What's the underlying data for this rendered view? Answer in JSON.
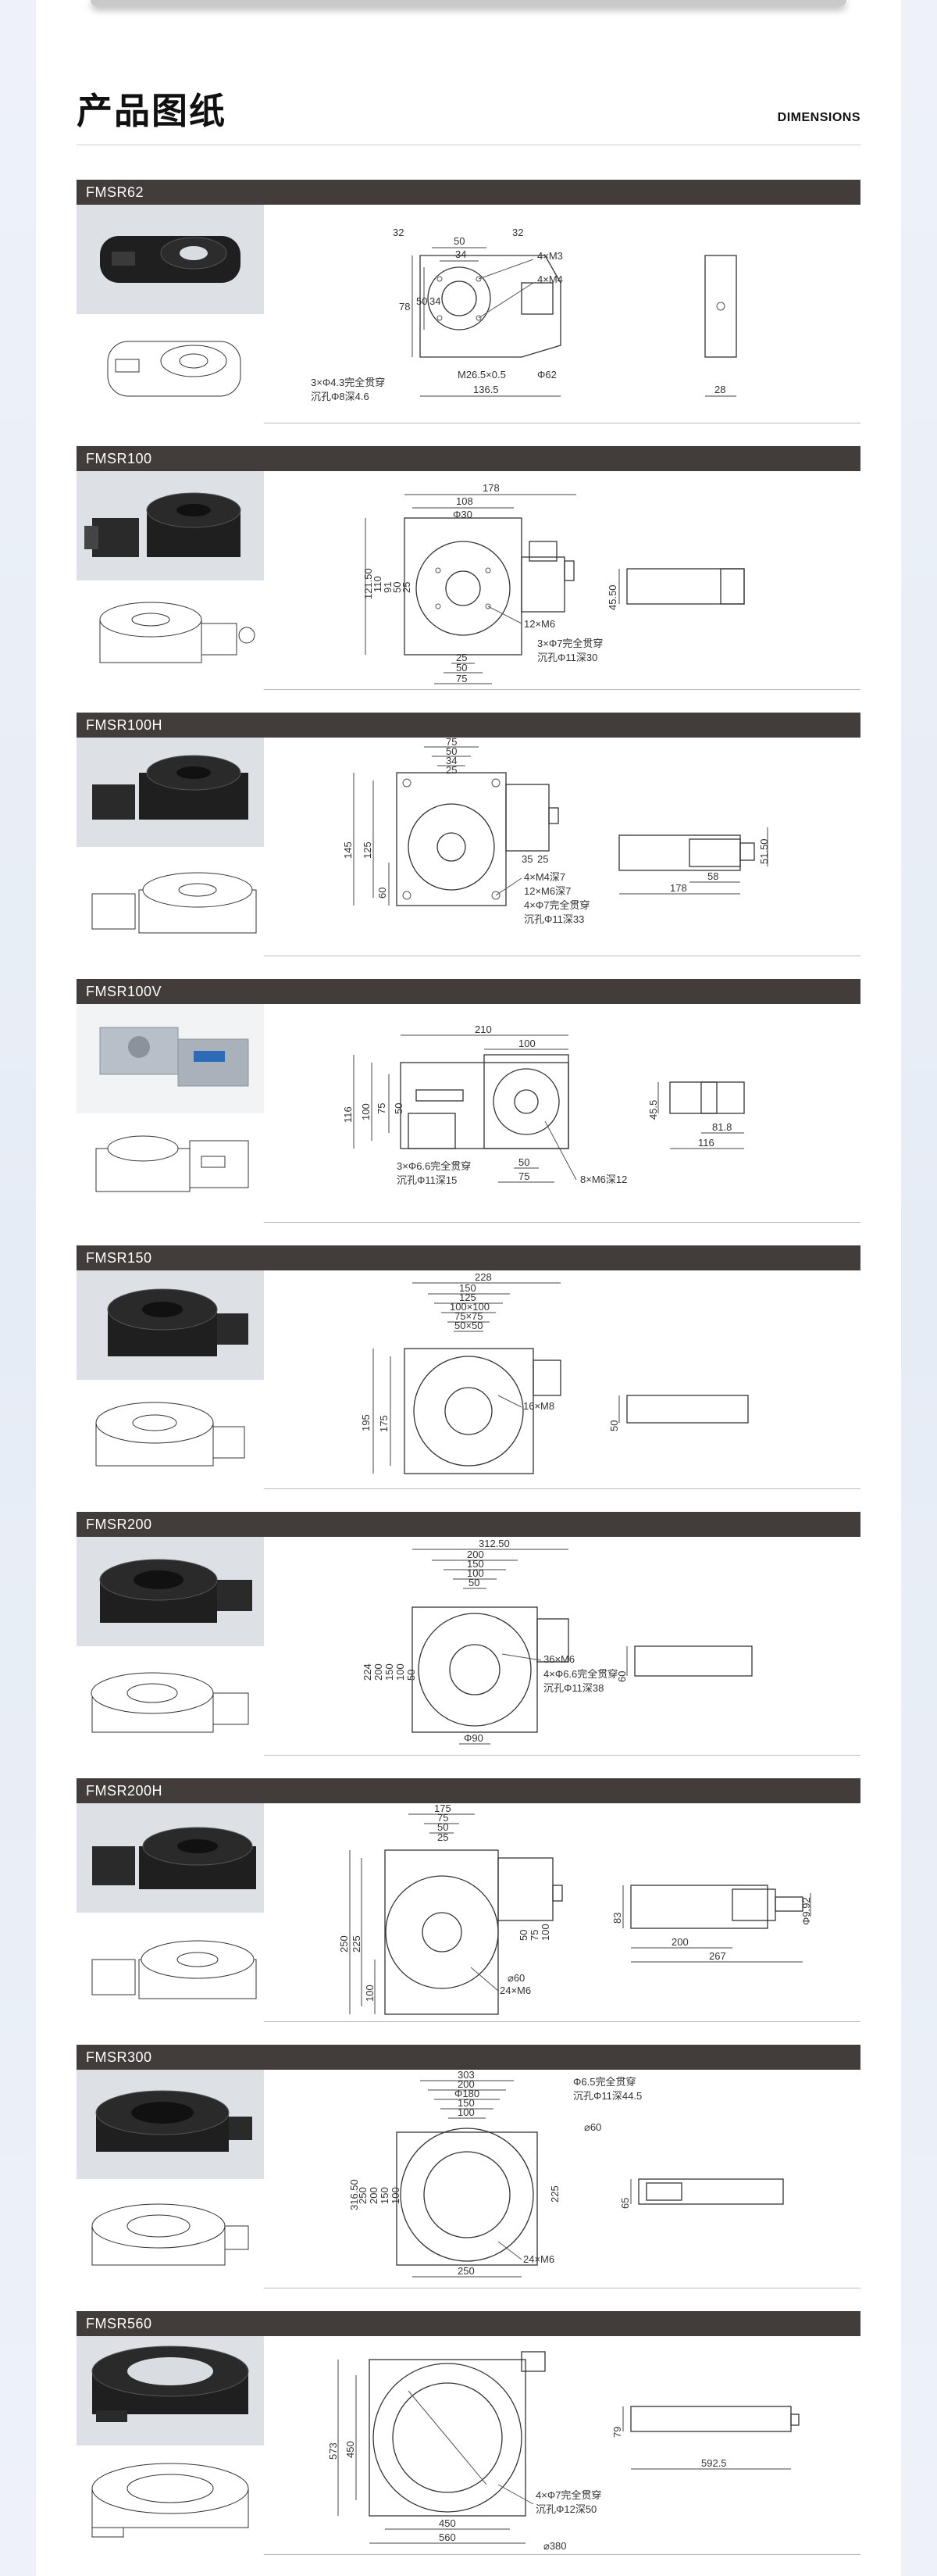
{
  "header": {
    "title": "产品图纸",
    "subtitle": "DIMENSIONS"
  },
  "sections": [
    {
      "name": "FMSR62",
      "photo_top": "dark",
      "labels": {
        "a": "50",
        "b": "34",
        "c": "32",
        "d": "32",
        "e": "78",
        "f": "50",
        "g": "34",
        "h": "4×M3",
        "i": "4×M4",
        "j": "M26.5×0.5",
        "k": "Φ62",
        "l": "136.5",
        "m": "28",
        "n1": "3×Φ4.3完全贯穿",
        "n2": "沉孔Φ8深4.6"
      }
    },
    {
      "name": "FMSR100",
      "photo_top": "dark",
      "labels": {
        "a": "178",
        "b": "108",
        "c": "Φ30",
        "d": "121.50",
        "e": "110",
        "f": "91",
        "g": "50",
        "h": "25",
        "i": "12×M6",
        "j": "25",
        "k": "50",
        "l": "75",
        "m": "45.50",
        "n1": "3×Φ7完全贯穿",
        "n2": "沉孔Φ11深30"
      }
    },
    {
      "name": "FMSR100H",
      "photo_top": "dark",
      "labels": {
        "a": "75",
        "b": "50",
        "c": "34",
        "d": "25",
        "e": "145",
        "f": "125",
        "g": "60",
        "h": "35",
        "i": "25",
        "j": "4×M4深7",
        "k": "12×M6深7",
        "l1": "4×Φ7完全贯穿",
        "l2": "沉孔Φ11深33",
        "m": "51.50",
        "n": "58",
        "o": "178"
      }
    },
    {
      "name": "FMSR100V",
      "photo_top": "light",
      "labels": {
        "a": "210",
        "b": "100",
        "c": "116",
        "d": "100",
        "e": "75",
        "f": "50",
        "g": "45.5",
        "h": "81.8",
        "i": "116",
        "j": "50",
        "k": "75",
        "l": "8×M6深12",
        "n1": "3×Φ6.6完全贯穿",
        "n2": "沉孔Φ11深15"
      }
    },
    {
      "name": "FMSR150",
      "photo_top": "dark",
      "labels": {
        "a": "228",
        "b": "150",
        "c": "125",
        "d": "100×100",
        "e": "75×75",
        "f": "50×50",
        "g": "195",
        "h": "175",
        "i": "16×M8",
        "j": "50"
      }
    },
    {
      "name": "FMSR200",
      "photo_top": "dark",
      "labels": {
        "a": "312.50",
        "b": "200",
        "c": "150",
        "d": "100",
        "e": "50",
        "f": "224",
        "g": "200",
        "h": "150",
        "i": "100",
        "j": "50",
        "k": "36×M6",
        "l1": "4×Φ6.6完全贯穿",
        "l2": "沉孔Φ11深38",
        "m": "Φ90",
        "n": "60"
      }
    },
    {
      "name": "FMSR200H",
      "photo_top": "dark",
      "labels": {
        "a": "175",
        "b": "75",
        "c": "50",
        "d": "25",
        "e": "250",
        "f": "225",
        "g": "100",
        "h": "50",
        "i": "75",
        "j": "100",
        "k": "24×M6",
        "l": "⌀60",
        "m": "83",
        "n": "Φ9.92",
        "o": "200",
        "p": "267"
      }
    },
    {
      "name": "FMSR300",
      "photo_top": "dark",
      "labels": {
        "a": "303",
        "b": "200",
        "c": "Φ180",
        "d": "150",
        "e": "100",
        "f": "316.50",
        "g": "250",
        "h": "200",
        "i": "150",
        "j": "100",
        "k": "225",
        "l": "250",
        "m": "24×M6",
        "n1": "Φ6.5完全贯穿",
        "n2": "沉孔Φ11深44.5",
        "o": "⌀60",
        "p": "65"
      }
    },
    {
      "name": "FMSR560",
      "photo_top": "dark",
      "labels": {
        "a": "573",
        "b": "450",
        "c": "450",
        "d": "560",
        "e": "79",
        "f": "592.5",
        "g1": "4×Φ7完全贯穿",
        "g2": "沉孔Φ12深50",
        "h": "⌀380"
      }
    }
  ]
}
